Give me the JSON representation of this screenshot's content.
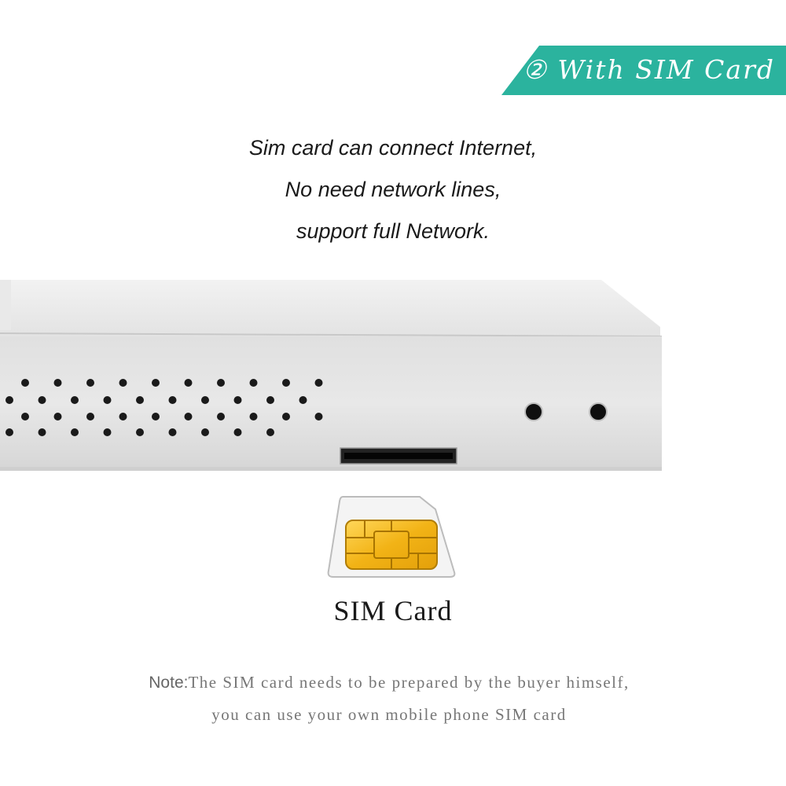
{
  "banner": {
    "number": "②",
    "title": "With SIM Card",
    "color": "#2bb39e"
  },
  "headline": {
    "lines": [
      "Sim card can connect Internet,",
      "No need network lines,",
      "support full Network."
    ]
  },
  "product": {
    "icon": "router-device-icon",
    "sim_icon": "sim-card-icon",
    "sim_caption": "SIM Card"
  },
  "note": {
    "label": "Note:",
    "line1": "The SIM card needs to be prepared by the buyer himself,",
    "line2": "you can use your own mobile phone SIM card"
  }
}
